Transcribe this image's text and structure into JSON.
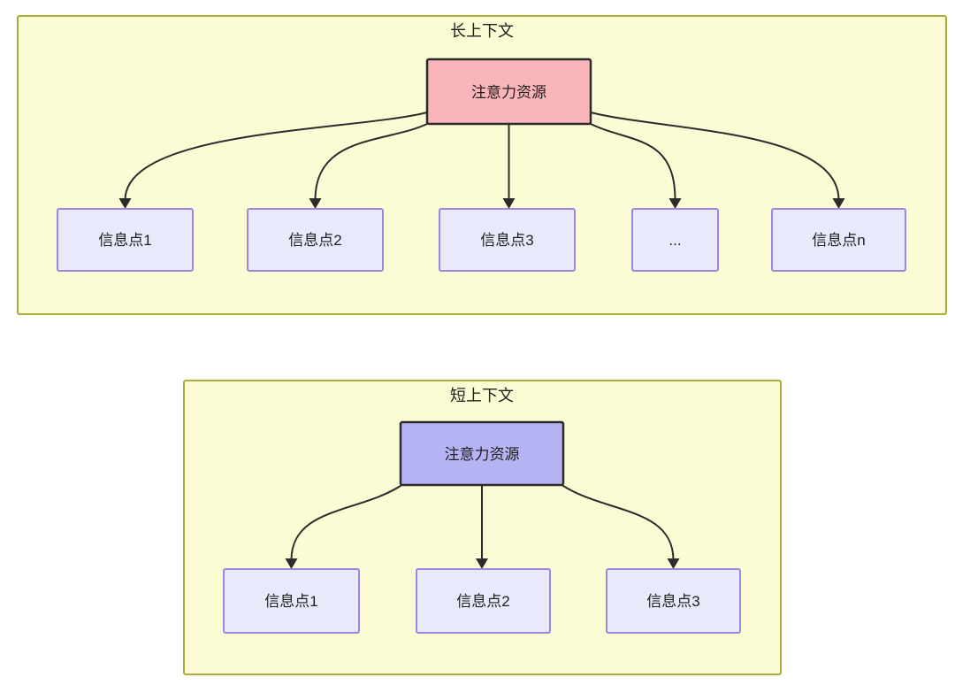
{
  "page": {
    "background": "#FFFFFF"
  },
  "colors": {
    "section_fill": "#FCFCD4",
    "section_border": "#ABAB3A",
    "attention_long_fill": "#F9B5BA",
    "attention_short_fill": "#B5B3F3",
    "attention_border": "#2B2B2B",
    "info_fill": "#E9E9FC",
    "info_border": "#9E85DE",
    "arrow": "#2B2B2B",
    "text": "#202020"
  },
  "long_context": {
    "title": "长上下文",
    "attention_label": "注意力资源",
    "info_points": [
      "信息点1",
      "信息点2",
      "信息点3",
      "...",
      "信息点n"
    ]
  },
  "short_context": {
    "title": "短上下文",
    "attention_label": "注意力资源",
    "info_points": [
      "信息点1",
      "信息点2",
      "信息点3"
    ]
  }
}
